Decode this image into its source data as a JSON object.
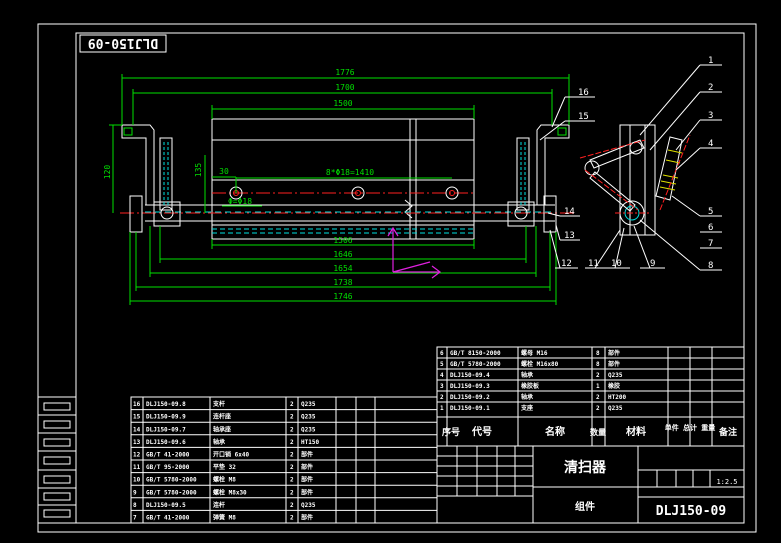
{
  "drawing": {
    "code_stamp": "DLJ150-09",
    "title_name": "清扫器",
    "title_code": "DLJ150-09",
    "title_type": "组件",
    "scale": "1:2.5"
  },
  "dimensions": {
    "d1": "1776",
    "d2": "1700",
    "d3": "1500",
    "d4": "120",
    "d5": "135",
    "d6": "30",
    "d7": "8*Φ18=1410",
    "d8": "Φ=Φ18",
    "d9": "1506",
    "d10": "1646",
    "d11": "1654",
    "d12": "1738",
    "d13": "1746"
  },
  "balloons": {
    "b1": "1",
    "b2": "2",
    "b3": "3",
    "b4": "4",
    "b5": "5",
    "b6": "6",
    "b7": "7",
    "b8": "8",
    "b9": "9",
    "b10": "10",
    "b11": "11",
    "b12": "12",
    "b13": "13",
    "b14": "14",
    "b15": "15",
    "b16": "16"
  },
  "bom_headers": {
    "seq": "序号",
    "code": "代号",
    "name": "名称",
    "qty": "数量",
    "material": "材料",
    "weight": "单件 总计 重量",
    "note": "备注"
  },
  "bom_right": [
    {
      "no": "6",
      "code": "GB/T 8150-2000",
      "name": "螺母 M16",
      "qty": "8",
      "mat": "部件"
    },
    {
      "no": "5",
      "code": "GB/T 5780-2000",
      "name": "螺栓 M16x80",
      "qty": "8",
      "mat": "部件"
    },
    {
      "no": "4",
      "code": "DLJ150-09.4",
      "name": "轴承",
      "qty": "2",
      "mat": "Q235"
    },
    {
      "no": "3",
      "code": "DLJ150-09.3",
      "name": "橡胶板",
      "qty": "1",
      "mat": "橡胶"
    },
    {
      "no": "2",
      "code": "DLJ150-09.2",
      "name": "轴承",
      "qty": "2",
      "mat": "HT200"
    },
    {
      "no": "1",
      "code": "DLJ150-09.1",
      "name": "支座",
      "qty": "2",
      "mat": "Q235"
    }
  ],
  "bom_left": [
    {
      "no": "16",
      "code": "DLJ150-09.8",
      "name": "支杆",
      "qty": "2",
      "mat": "Q235"
    },
    {
      "no": "15",
      "code": "DLJ150-09.9",
      "name": "连杆座",
      "qty": "2",
      "mat": "Q235"
    },
    {
      "no": "14",
      "code": "DLJ150-09.7",
      "name": "轴承座",
      "qty": "2",
      "mat": "Q235"
    },
    {
      "no": "13",
      "code": "DLJ150-09.6",
      "name": "轴承",
      "qty": "2",
      "mat": "HT150"
    },
    {
      "no": "12",
      "code": "GB/T 41-2000",
      "name": "开口销 6x40",
      "qty": "2",
      "mat": "部件"
    },
    {
      "no": "11",
      "code": "GB/T 95-2000",
      "name": "平垫 32",
      "qty": "2",
      "mat": "部件"
    },
    {
      "no": "10",
      "code": "GB/T 5780-2000",
      "name": "螺栓 M8",
      "qty": "2",
      "mat": "部件"
    },
    {
      "no": "9",
      "code": "GB/T 5780-2000",
      "name": "螺栓 M8x30",
      "qty": "2",
      "mat": "部件"
    },
    {
      "no": "8",
      "code": "DLJ150-09.5",
      "name": "连杆",
      "qty": "2",
      "mat": "Q235"
    },
    {
      "no": "7",
      "code": "GB/T 41-2000",
      "name": "弹簧 M8",
      "qty": "2",
      "mat": "部件"
    }
  ],
  "colors": {
    "background": "#000000",
    "outline": "#ffffff",
    "dimension": "#00e000",
    "centerline": "#ff2020",
    "hidden": "#00e0e0",
    "ucs": "#e020e0"
  }
}
